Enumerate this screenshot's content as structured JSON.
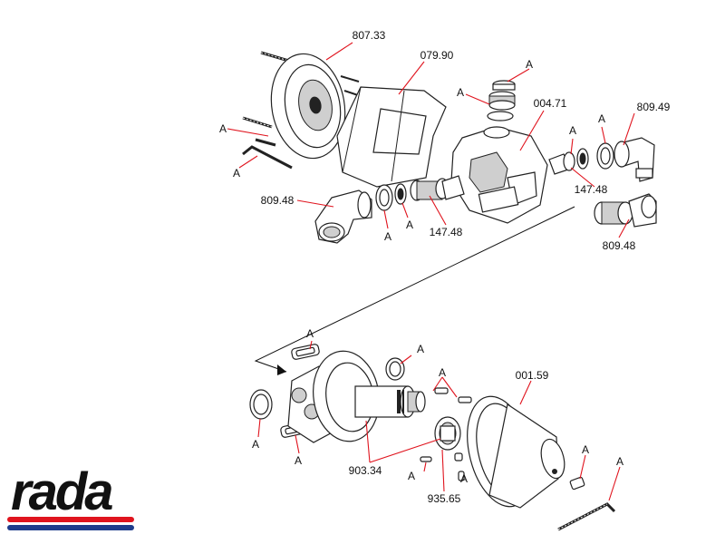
{
  "brand": {
    "logo_text": "rada",
    "stripe_red": "#e0141e",
    "stripe_blue": "#1e3c8c"
  },
  "colors": {
    "leader": "#e0141e",
    "ink": "#222222"
  },
  "labels": {
    "p80733": "807.33",
    "p07990": "079.90",
    "p00471": "004.71",
    "p80949": "809.49",
    "p14748_right": "147.48",
    "p80948_right": "809.48",
    "p80948_left": "809.48",
    "p14748_left": "147.48",
    "p00159": "001.59",
    "p90334": "903.34",
    "p93565": "935.65",
    "a": "A"
  }
}
